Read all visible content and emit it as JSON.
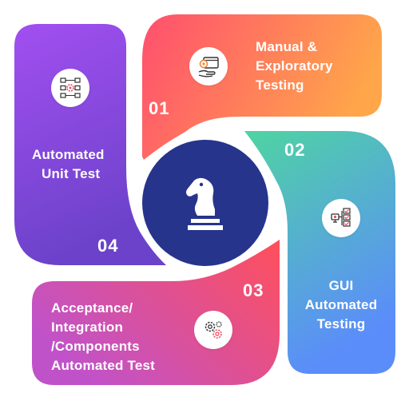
{
  "segments": [
    {
      "number": "01",
      "lines": [
        "Manual &",
        "Exploratory",
        "Testing"
      ],
      "icon": "settings-browser-icon"
    },
    {
      "number": "02",
      "lines": [
        "GUI",
        "Automated",
        "Testing"
      ],
      "icon": "monitor-checklist-icon"
    },
    {
      "number": "03",
      "lines": [
        "Acceptance/",
        "Integration",
        "/Components",
        "Automated Test"
      ],
      "icon": "gears-icon"
    },
    {
      "number": "04",
      "lines": [
        "Automated",
        "Unit Test"
      ],
      "icon": "workflow-gear-icon"
    }
  ],
  "center": {
    "icon": "chess-knight-icon"
  },
  "colors": {
    "seg1_start": "#ff4f6e",
    "seg1_end": "#ffa64a",
    "seg2_start": "#4fd4a2",
    "seg2_end": "#5b8dfa",
    "seg3_start": "#ff4f5b",
    "seg3_end": "#c052c9",
    "seg4_start": "#a24ff0",
    "seg4_end": "#6b42c9",
    "center": "#26348c"
  }
}
